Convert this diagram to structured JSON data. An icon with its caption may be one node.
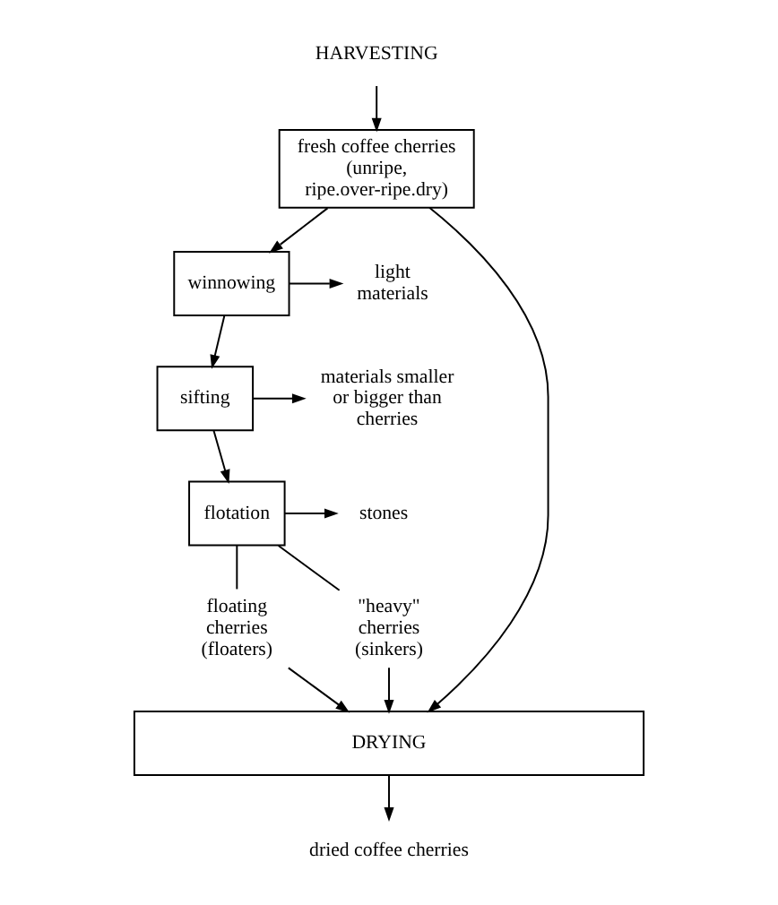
{
  "diagram": {
    "nodes": [
      {
        "text": [
          "HARVESTING"
        ]
      },
      {
        "text": [
          "fresh coffee cherries (unripe, ripe.over-ripe.dry)"
        ]
      },
      {
        "text": [
          "winnowing"
        ]
      },
      {
        "text": [
          "light materials"
        ]
      },
      {
        "text": [
          "sifting"
        ]
      },
      {
        "text": [
          "materials smaller or bigger than cherries"
        ]
      },
      {
        "text": [
          "flotation"
        ]
      },
      {
        "text": [
          "stones"
        ]
      },
      {
        "text": [
          "floating cherries (floaters)"
        ]
      },
      {
        "text": [
          "\"heavy\" cherries (sinkers)"
        ]
      },
      {
        "text": [
          "DRYING"
        ]
      },
      {
        "text": [
          "dried coffee cherries"
        ]
      }
    ],
    "edges": [
      {
        "from": 0,
        "to": 1,
        "arrow": "to"
      },
      {
        "from": 1,
        "to": 2,
        "arrow": "to"
      },
      {
        "from": 2,
        "to": 3,
        "arrow": "to"
      },
      {
        "from": 2,
        "to": 4,
        "arrow": "to"
      },
      {
        "from": 4,
        "to": 5,
        "arrow": "to"
      },
      {
        "from": 4,
        "to": 6,
        "arrow": "to"
      },
      {
        "from": 6,
        "to": 7,
        "arrow": "to"
      },
      {
        "from": 6,
        "to": 8,
        "arrow": "none"
      },
      {
        "from": 6,
        "to": 9,
        "arrow": "none"
      },
      {
        "from": 8,
        "to": 10,
        "arrow": "to"
      },
      {
        "from": 9,
        "to": 10,
        "arrow": "to"
      },
      {
        "from": 1,
        "to": 10,
        "arrow": "to"
      },
      {
        "from": 10,
        "to": 11,
        "arrow": "to"
      }
    ]
  }
}
